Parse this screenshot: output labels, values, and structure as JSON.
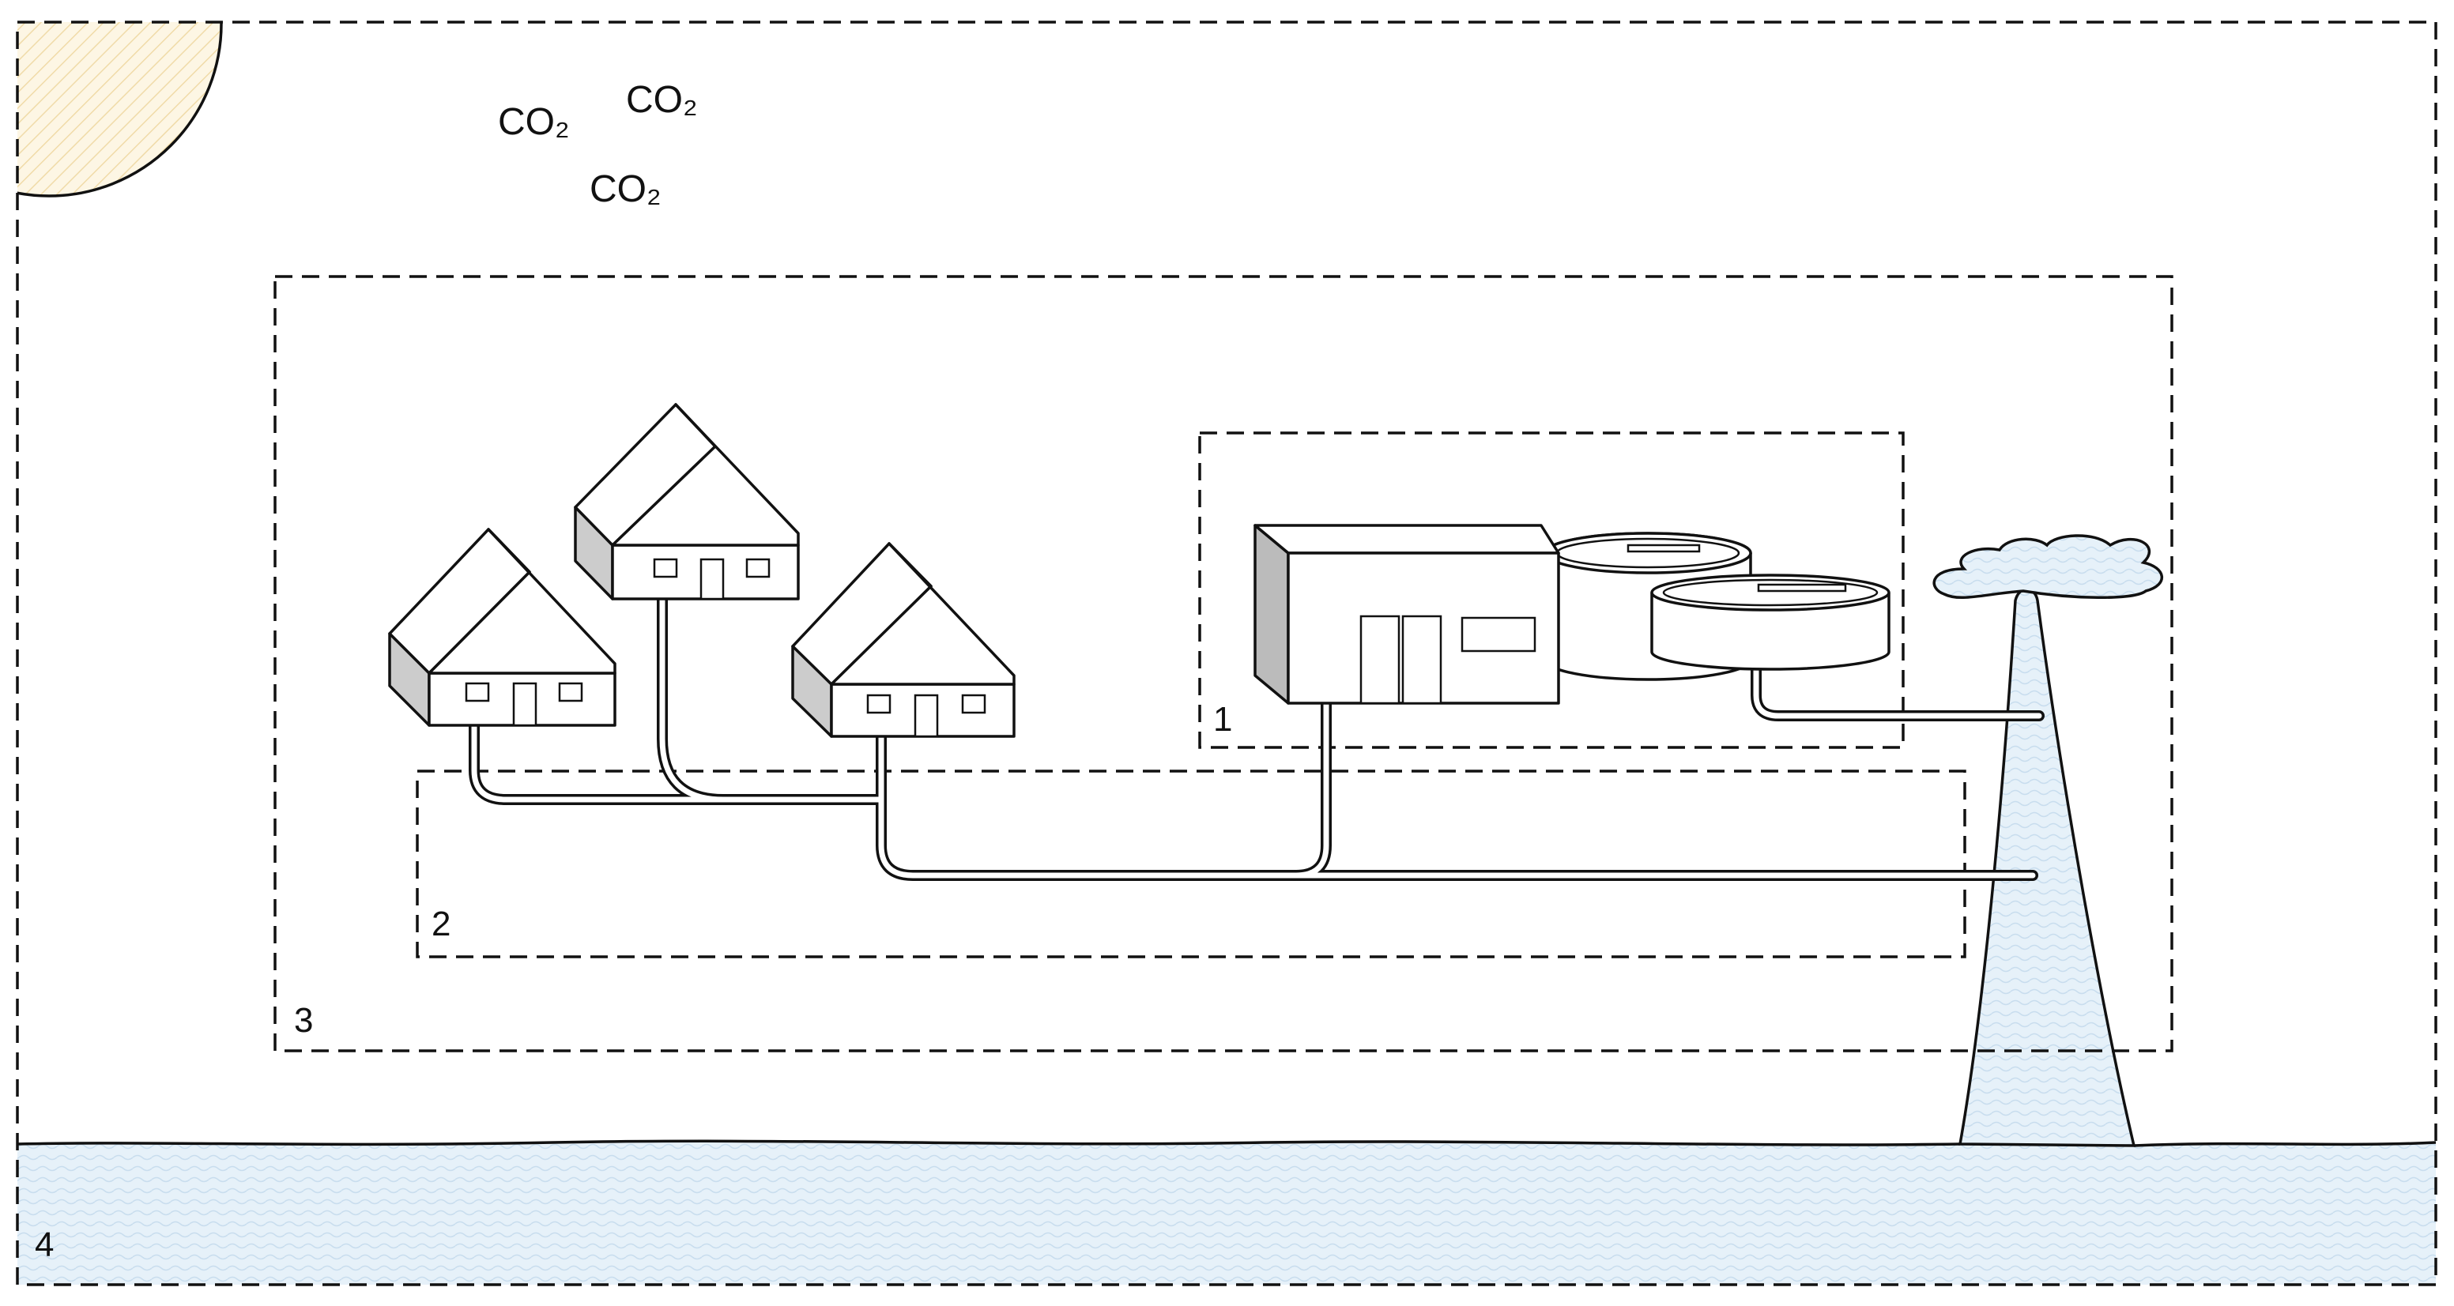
{
  "labels": {
    "co2_1": "CO₂",
    "co2_2": "CO₂",
    "co2_3": "CO₂",
    "box_1": "1",
    "box_2": "2",
    "box_3": "3",
    "box_4": "4"
  },
  "colors": {
    "water": "#e3eff8",
    "sun": "#fbf3dc",
    "house_side": "#cccccc",
    "plant_side": "#bbbbbb",
    "line": "#111111"
  },
  "icons": [
    "sun-icon",
    "house-icon",
    "treatment-plant-icon",
    "pipe-icon",
    "water-body-icon"
  ]
}
